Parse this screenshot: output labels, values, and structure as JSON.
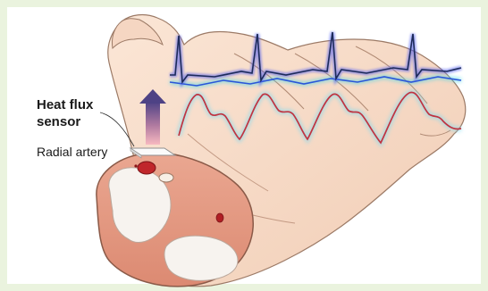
{
  "labels": {
    "sensor_line1": "Heat flux",
    "sensor_line2": "sensor",
    "radial_artery": "Radial artery"
  },
  "colors": {
    "background": "#eaf3de",
    "skin": "#f6dcc8",
    "skin_outline": "#9c7a66",
    "cross_section": "#e79d84",
    "bone": "#f7f3ef",
    "artery": "#c0262b",
    "ecg_trace": "#1d2b5a",
    "ecg_glow": "#4d5cf0",
    "ecg_baseline_glow": "#3fd4e8",
    "pulse_trace": "#c03340",
    "pulse_glow": "#7fd8f0",
    "arrow_top": "#5b4a8e",
    "arrow_bottom": "#f0a0a8"
  },
  "icons": [
    "heat-flux-arrow",
    "heat-flux-sensor-patch"
  ]
}
